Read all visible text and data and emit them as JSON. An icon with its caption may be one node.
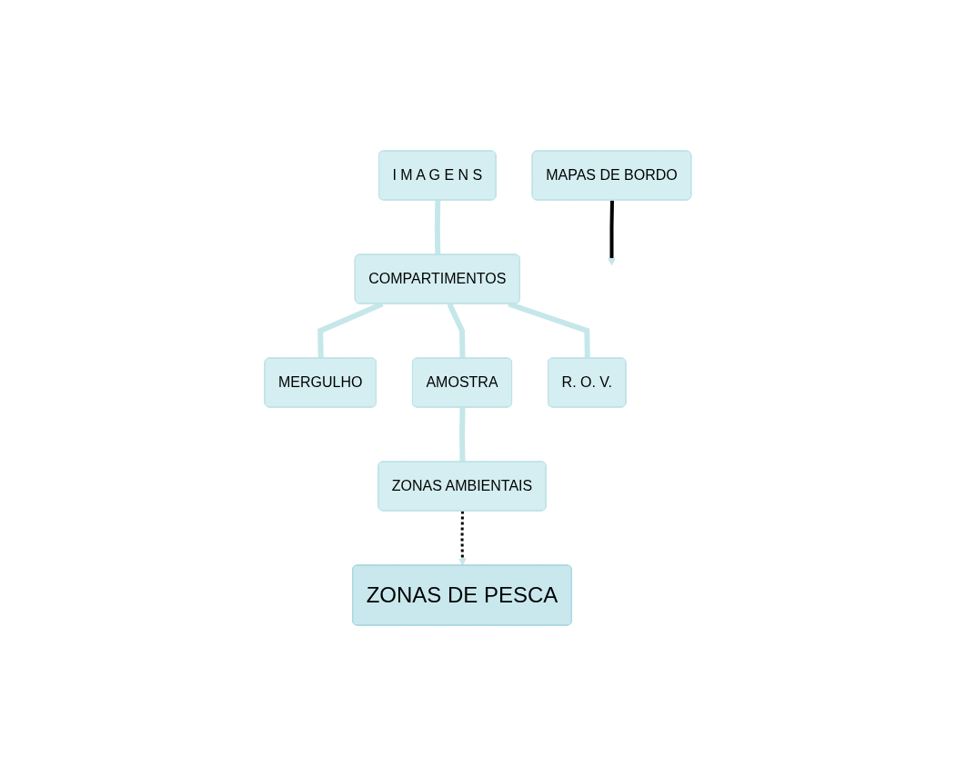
{
  "diagram": {
    "nodes": [
      {
        "text": [
          "I M A G E N S"
        ]
      },
      {
        "text": [
          "COMPARTIMENTOS"
        ]
      },
      {
        "text": [
          "MERGULHO"
        ]
      },
      {
        "text": [
          "AMOSTRA"
        ]
      },
      {
        "text": [
          "R. O. V."
        ]
      },
      {
        "text": [
          "ZONAS AMBIENTAIS"
        ]
      },
      {
        "text": [
          "MAPAS DE BORDO"
        ]
      },
      {
        "text": [
          "ZONAS DE PESCA"
        ]
      }
    ],
    "edges": [
      {
        "from": 0,
        "to": 1,
        "arrow": "none"
      },
      {
        "from": 1,
        "to": 2,
        "arrow": "none"
      },
      {
        "from": 1,
        "to": 3,
        "arrow": "none"
      },
      {
        "from": 1,
        "to": 4,
        "arrow": "none"
      },
      {
        "from": 3,
        "to": 5,
        "arrow": "none"
      },
      {
        "from": 5,
        "to": 7,
        "arrow": "to",
        "style": "dashed",
        "color": "#000000"
      },
      {
        "from": 6,
        "to": null,
        "arrow": "to",
        "color": "#000000"
      }
    ]
  }
}
